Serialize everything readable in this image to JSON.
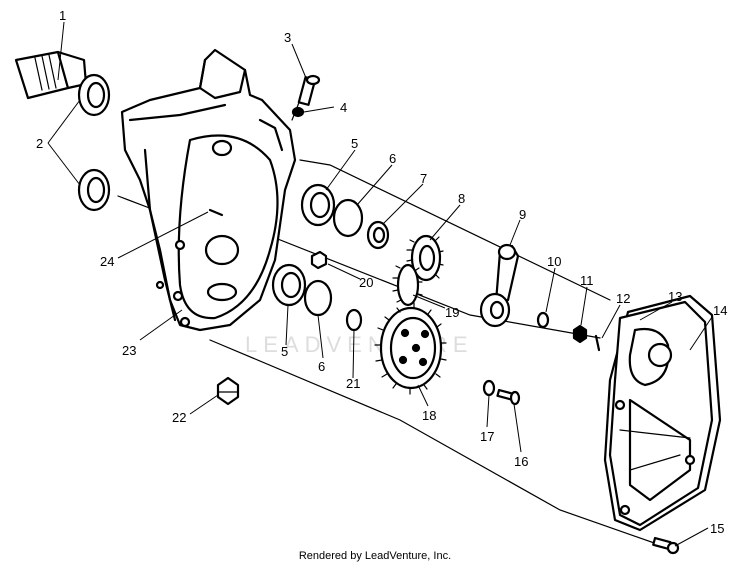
{
  "callouts": [
    {
      "n": "1"
    },
    {
      "n": "2"
    },
    {
      "n": "3"
    },
    {
      "n": "4"
    },
    {
      "n": "5"
    },
    {
      "n": "6"
    },
    {
      "n": "7"
    },
    {
      "n": "8"
    },
    {
      "n": "9"
    },
    {
      "n": "10"
    },
    {
      "n": "11"
    },
    {
      "n": "12"
    },
    {
      "n": "13"
    },
    {
      "n": "14"
    },
    {
      "n": "15"
    },
    {
      "n": "16"
    },
    {
      "n": "17"
    },
    {
      "n": "18"
    },
    {
      "n": "19"
    },
    {
      "n": "20"
    },
    {
      "n": "21"
    },
    {
      "n": "22"
    },
    {
      "n": "23"
    },
    {
      "n": "24"
    },
    {
      "n": "5"
    },
    {
      "n": "6"
    }
  ],
  "watermark": "LEADVENTURE",
  "footer": "Rendered by LeadVenture, Inc."
}
